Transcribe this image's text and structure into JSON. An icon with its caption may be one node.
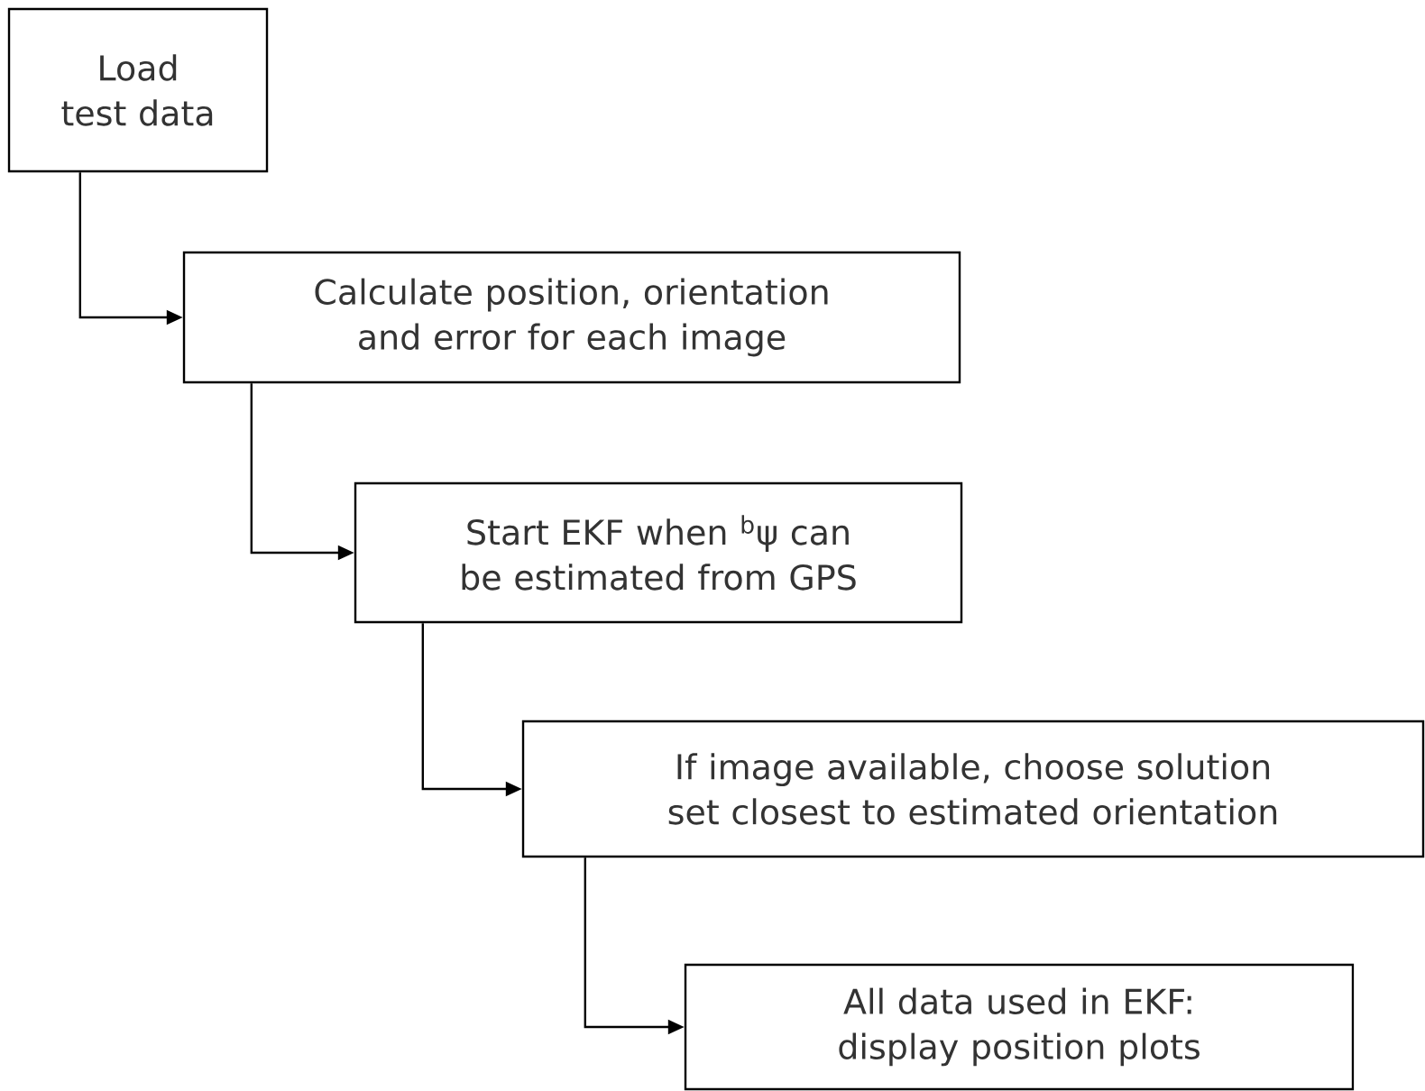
{
  "diagram": {
    "nodes": [
      {
        "text": [
          "Load test data"
        ]
      },
      {
        "text": [
          "Calculate position, orientation and error for each image"
        ]
      },
      {
        "text": [
          "Start EKF when $^{b}$ψ can be estimated from GPS"
        ]
      },
      {
        "text": [
          "If image available, choose solution set closest to estimated orientation"
        ]
      },
      {
        "text": [
          "All data used in EKF: display position plots"
        ]
      }
    ],
    "edges": [
      {
        "from": 0,
        "to": 1,
        "arrow": "to"
      },
      {
        "from": 1,
        "to": 2,
        "arrow": "to"
      },
      {
        "from": 2,
        "to": 3,
        "arrow": "to"
      },
      {
        "from": 3,
        "to": 4,
        "arrow": "to"
      }
    ]
  }
}
